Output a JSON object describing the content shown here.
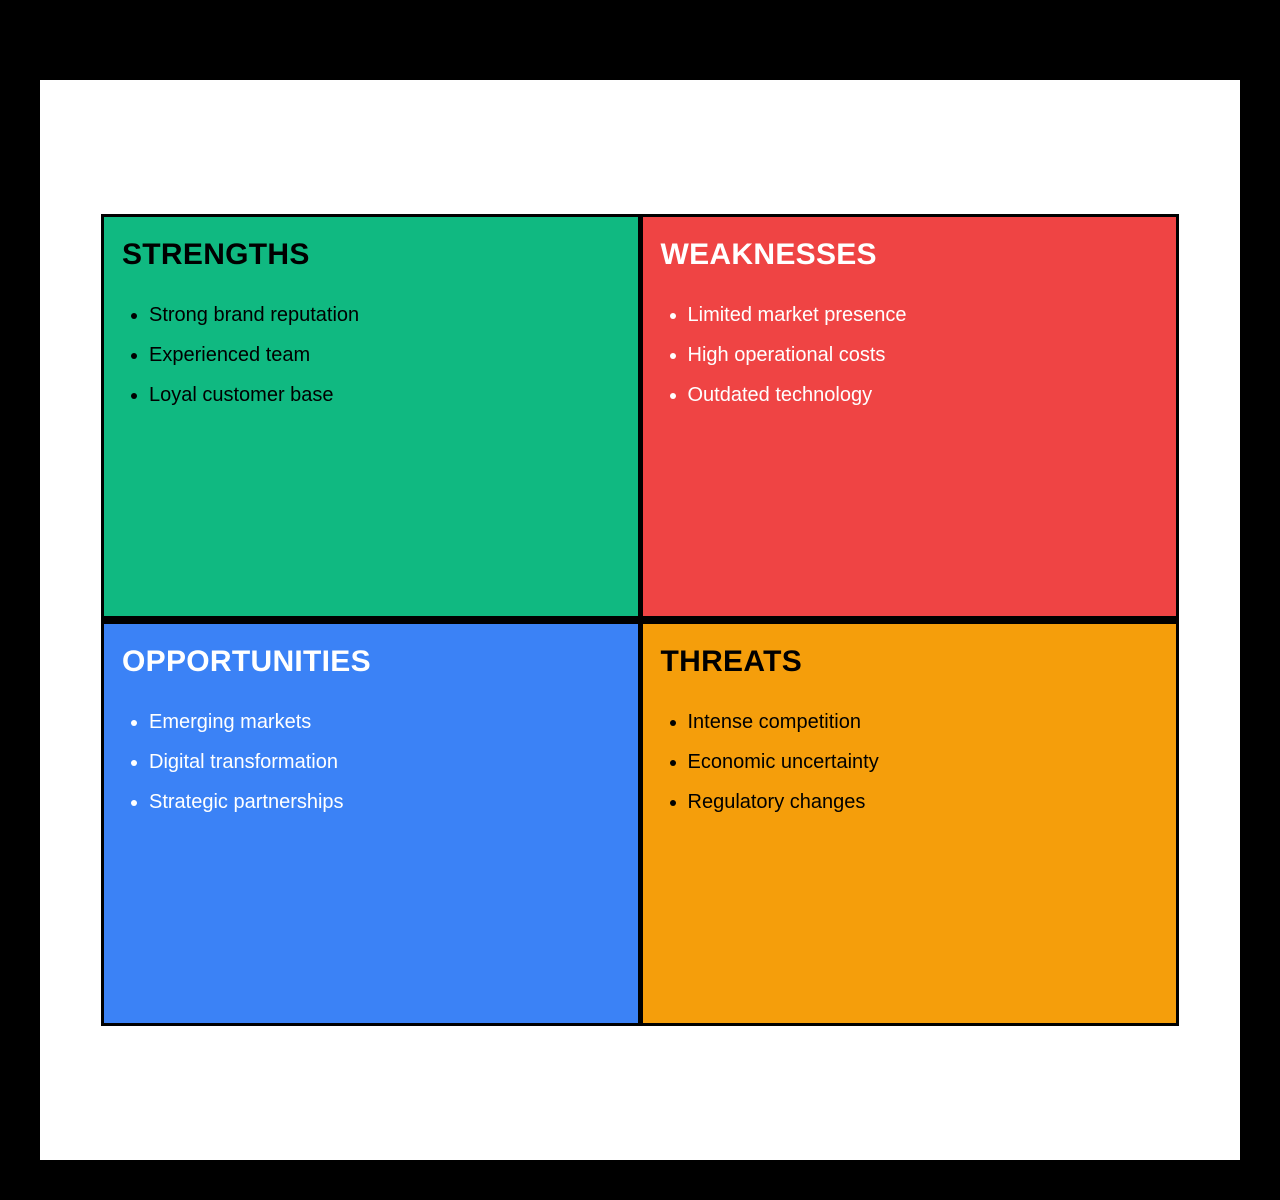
{
  "page": {
    "background_color": "#000000",
    "card_background_color": "#ffffff",
    "grid_border_color": "#000000"
  },
  "swot": {
    "quadrants": [
      {
        "id": "strengths",
        "title": "STRENGTHS",
        "background_color": "#10b981",
        "text_color": "#000000",
        "items": [
          "Strong brand reputation",
          "Experienced team",
          "Loyal customer base"
        ]
      },
      {
        "id": "weaknesses",
        "title": "WEAKNESSES",
        "background_color": "#ef4444",
        "text_color": "#ffffff",
        "items": [
          "Limited market presence",
          "High operational costs",
          "Outdated technology"
        ]
      },
      {
        "id": "opportunities",
        "title": "OPPORTUNITIES",
        "background_color": "#3b82f6",
        "text_color": "#ffffff",
        "items": [
          "Emerging markets",
          "Digital transformation",
          "Strategic partnerships"
        ]
      },
      {
        "id": "threats",
        "title": "THREATS",
        "background_color": "#f59e0b",
        "text_color": "#000000",
        "items": [
          "Intense competition",
          "Economic uncertainty",
          "Regulatory changes"
        ]
      }
    ]
  }
}
